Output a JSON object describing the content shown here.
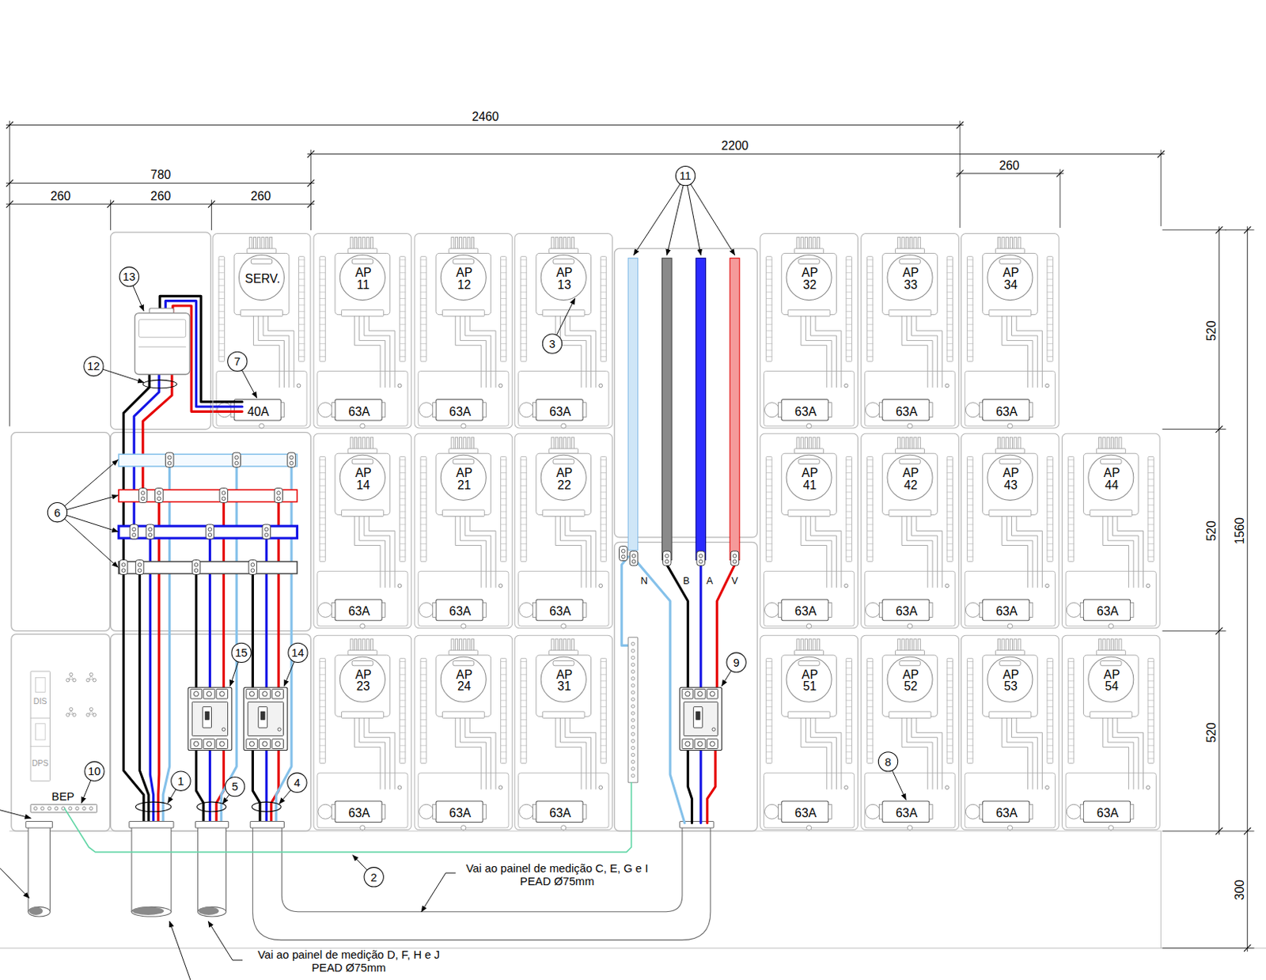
{
  "diagram": {
    "nodes": [
      {
        "text": [
          "SERV.",
          "40A"
        ]
      },
      {
        "text": [
          "AP 11",
          "63A"
        ]
      },
      {
        "text": [
          "AP 12",
          "63A"
        ]
      },
      {
        "text": [
          "AP 13",
          "63A"
        ]
      },
      {
        "text": [
          "AP 32",
          "63A"
        ]
      },
      {
        "text": [
          "AP 33",
          "63A"
        ]
      },
      {
        "text": [
          "AP 34",
          "63A"
        ]
      },
      {
        "text": [
          "AP 14",
          "63A"
        ]
      },
      {
        "text": [
          "AP 21",
          "63A"
        ]
      },
      {
        "text": [
          "AP 22",
          "63A"
        ]
      },
      {
        "text": [
          "AP 41",
          "63A"
        ]
      },
      {
        "text": [
          "AP 42",
          "63A"
        ]
      },
      {
        "text": [
          "AP 43",
          "63A"
        ]
      },
      {
        "text": [
          "AP 44",
          "63A"
        ]
      },
      {
        "text": [
          "AP 23",
          "63A"
        ]
      },
      {
        "text": [
          "AP 24",
          "63A"
        ]
      },
      {
        "text": [
          "AP 31",
          "63A"
        ]
      },
      {
        "text": [
          "AP 51",
          "63A"
        ]
      },
      {
        "text": [
          "AP 52",
          "63A"
        ]
      },
      {
        "text": [
          "AP 53",
          "63A"
        ]
      },
      {
        "text": [
          "AP 54",
          "63A"
        ]
      }
    ],
    "labels": [
      "2460",
      "2200",
      "780",
      "260",
      "260",
      "260",
      "260",
      "520",
      "520",
      "520",
      "1560",
      "300",
      "11",
      "13",
      "12",
      "7",
      "3",
      "6",
      "15",
      "14",
      "9",
      "10",
      "1",
      "5",
      "4",
      "8",
      "2",
      "N",
      "B",
      "A",
      "V",
      "DIS",
      "DPS",
      "BEP",
      "Vai ao painel de medição C, E, G e I PEAD Ø75mm",
      "Vai ao painel de medição D, F, H e J PEAD Ø75mm"
    ]
  }
}
